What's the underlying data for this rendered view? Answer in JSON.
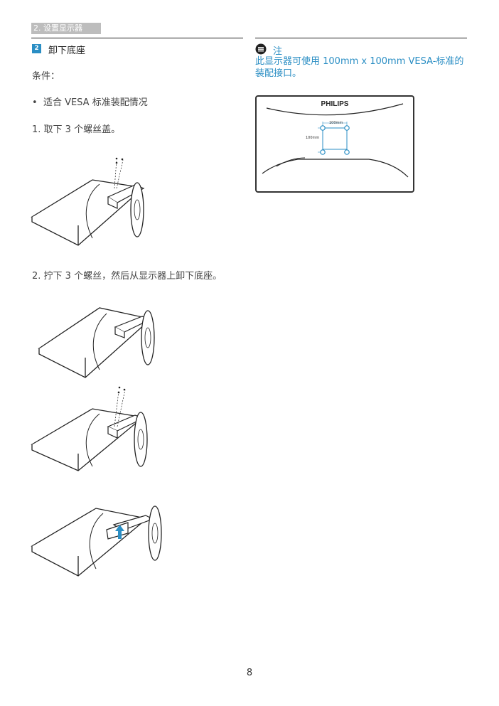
{
  "header": {
    "section_tab": "2. 设置显示器"
  },
  "section": {
    "number": "2",
    "title": "卸下底座"
  },
  "content": {
    "conditions_label": "条件：",
    "bullet_1": "适合 VESA 标准装配情况",
    "step_1": "1.  取下 3 个螺丝盖。",
    "step_2": "2.  拧下 3 个螺丝，然后从显示器上卸下底座。"
  },
  "note": {
    "title": "注",
    "text": "此显示器可使用 100mm x 100mm VESA-标准的装配接口。"
  },
  "vesa_diagram": {
    "brand": "PHILIPS",
    "width_label": "100mm",
    "height_label": "100mm"
  },
  "footer": {
    "page_number": "8"
  },
  "colors": {
    "accent": "#2a8ec4",
    "tab_gray": "#bdbdbd"
  }
}
